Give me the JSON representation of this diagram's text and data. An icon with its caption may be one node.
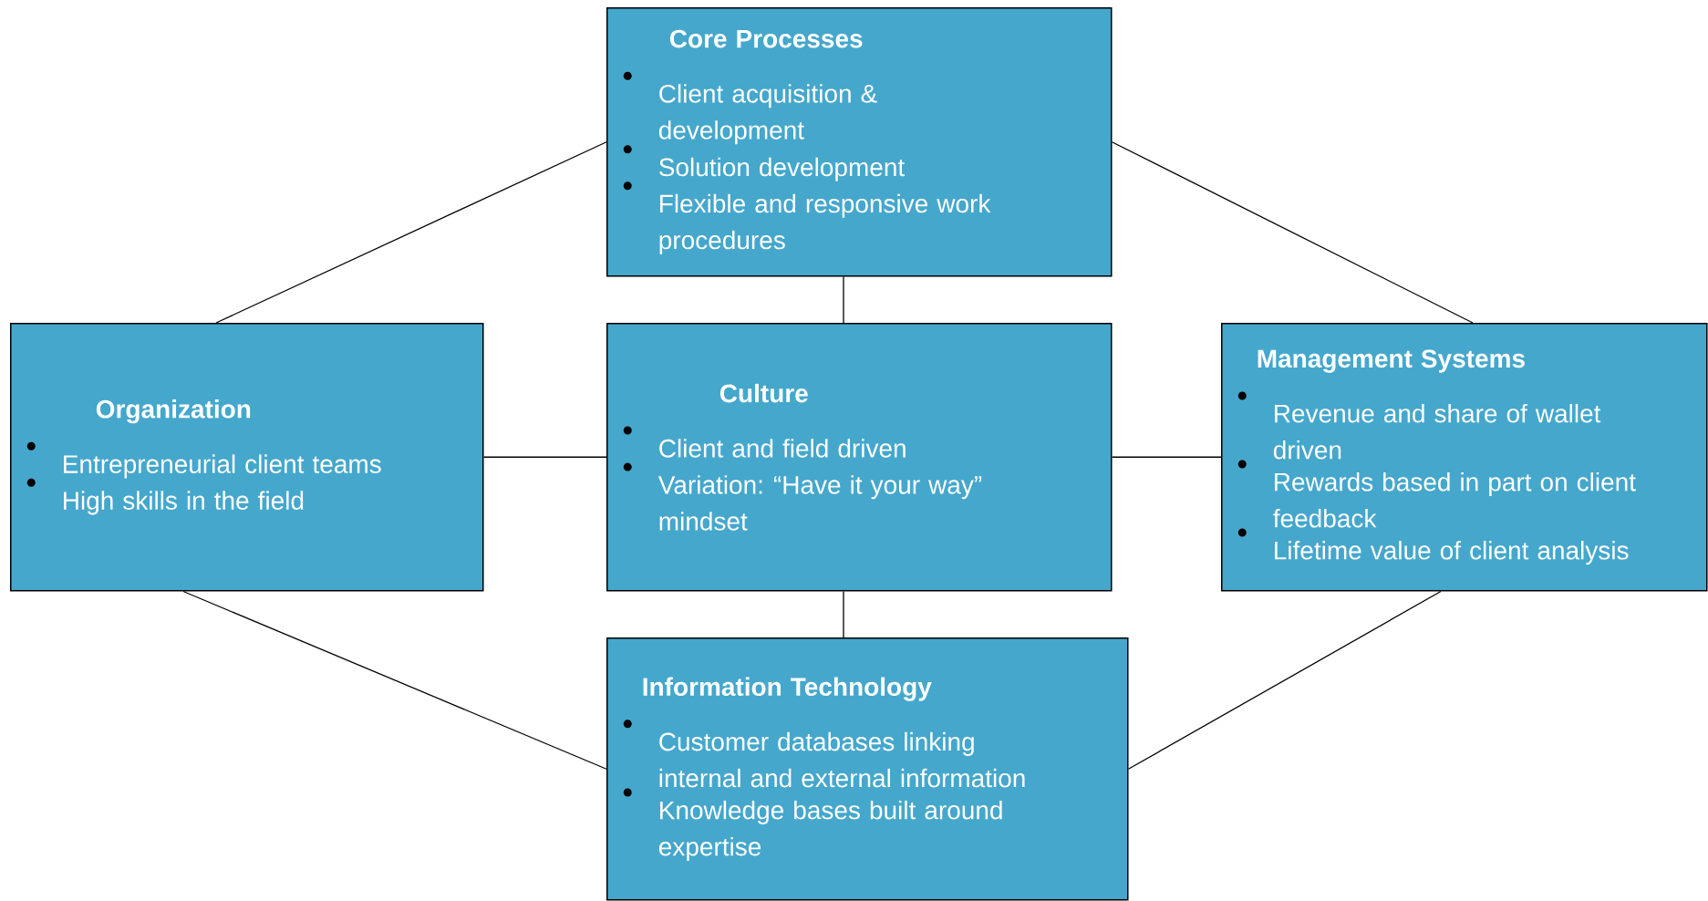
{
  "diagram": {
    "nodes": [
      {
        "text": [
          "Core Processes",
          "Client acquisition & development",
          "Solution development",
          "Flexible and responsive work procedures"
        ]
      },
      {
        "text": [
          "Organization",
          "Entrepreneurial client teams",
          "High skills in the field"
        ]
      },
      {
        "text": [
          "Culture",
          "Client and field driven",
          "Variation: “Have it your way” mindset"
        ]
      },
      {
        "text": [
          "Management Systems",
          "Revenue and share of wallet driven",
          "Rewards based in part on client feedback",
          "Lifetime value of client analysis"
        ]
      },
      {
        "text": [
          "Information Technology",
          "Customer databases linking internal and external information",
          "Knowledge bases built around expertise"
        ]
      }
    ],
    "edges": [
      {
        "from": 0,
        "to": 1,
        "arrow": "none"
      },
      {
        "from": 0,
        "to": 3,
        "arrow": "none"
      },
      {
        "from": 0,
        "to": 2,
        "arrow": "none"
      },
      {
        "from": 1,
        "to": 2,
        "arrow": "none"
      },
      {
        "from": 2,
        "to": 3,
        "arrow": "none"
      },
      {
        "from": 2,
        "to": 4,
        "arrow": "none"
      },
      {
        "from": 1,
        "to": 4,
        "arrow": "none"
      },
      {
        "from": 3,
        "to": 4,
        "arrow": "none"
      }
    ]
  }
}
